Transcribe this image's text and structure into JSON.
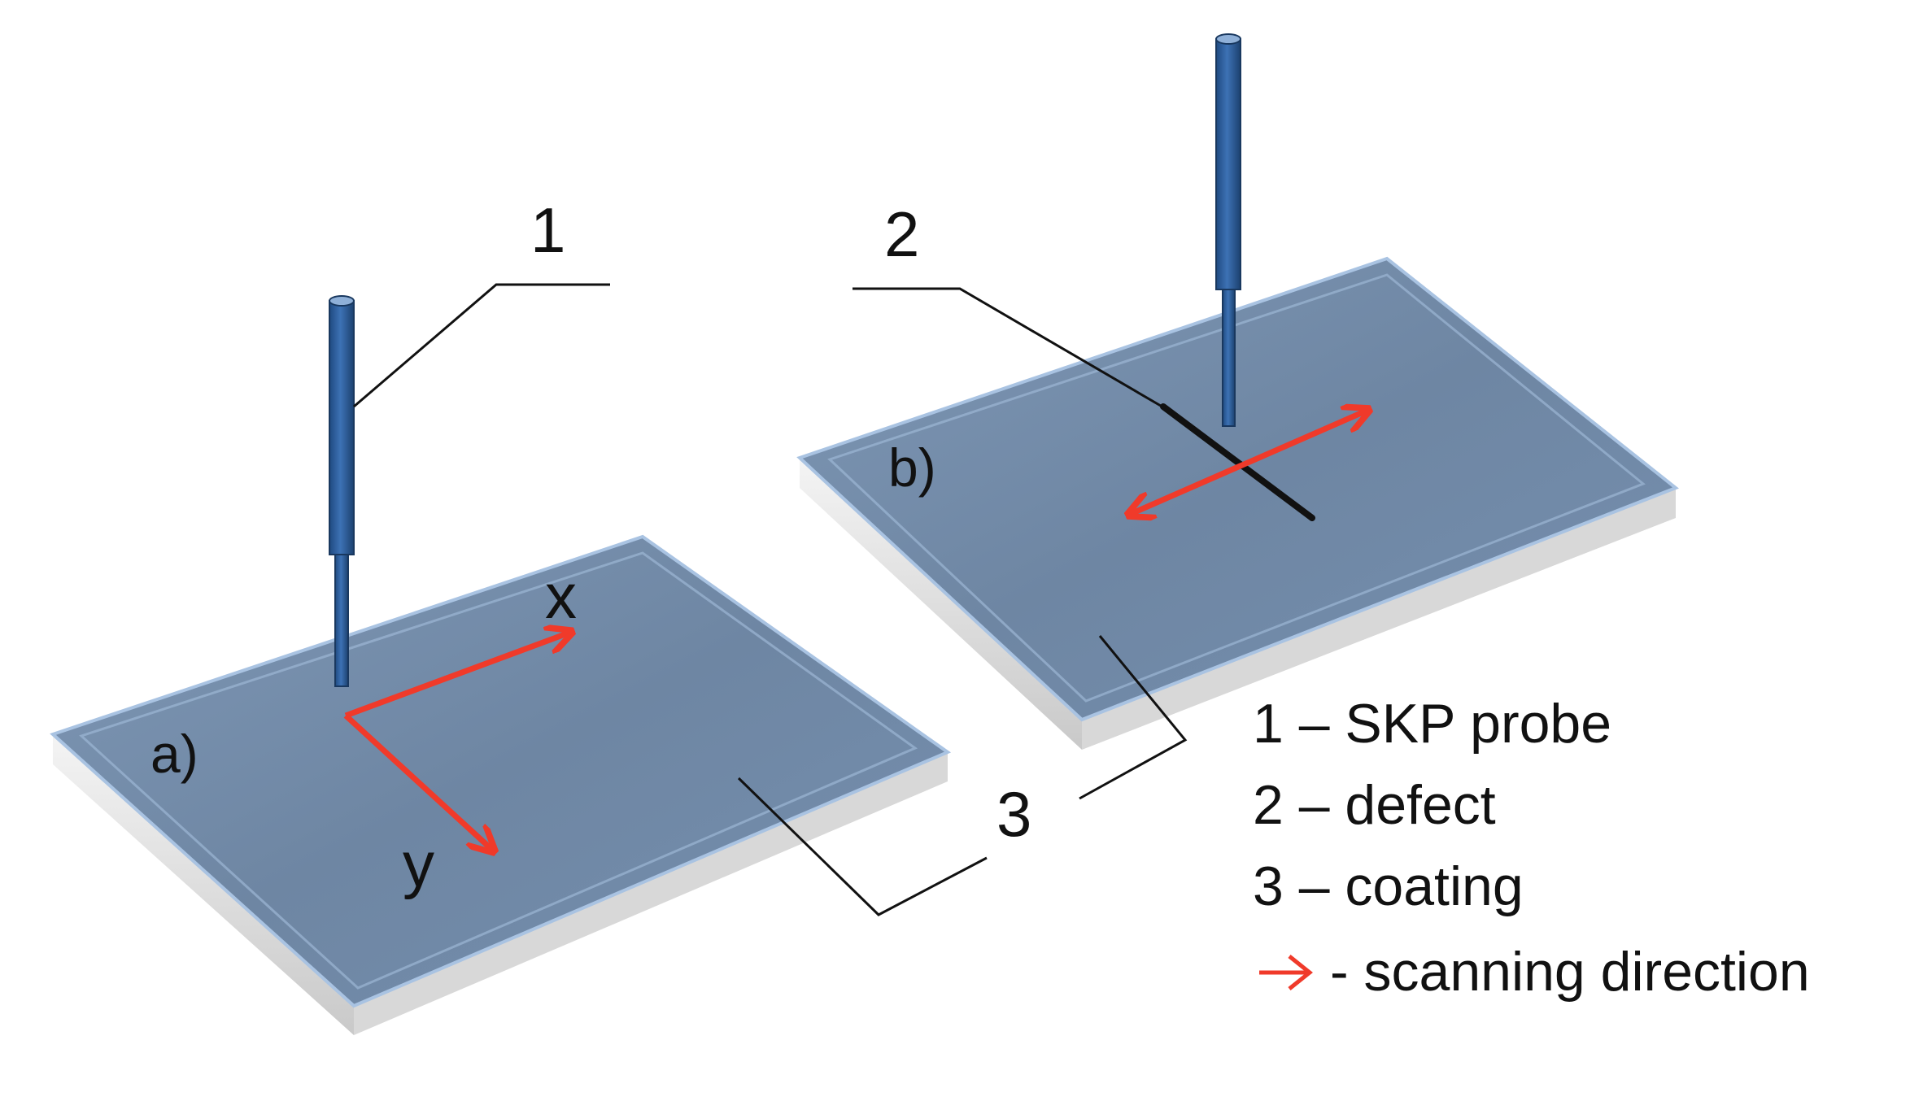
{
  "diagram": {
    "callouts": {
      "probe": "1",
      "defect": "2",
      "coating": "3"
    },
    "panels": {
      "a": "a)",
      "b": "b)"
    },
    "axes": {
      "x": "x",
      "y": "y"
    },
    "legend": [
      {
        "text": "1 – SKP probe"
      },
      {
        "text": "2 – defect"
      },
      {
        "text": "3 – coating"
      },
      {
        "text": "- scanning direction",
        "marker": "red-arrow-icon"
      }
    ],
    "colors": {
      "coating": "#6f88a6",
      "probe": "#2f5f9e",
      "arrow": "#f03a2a",
      "substrate": "#e4e4e4"
    }
  }
}
